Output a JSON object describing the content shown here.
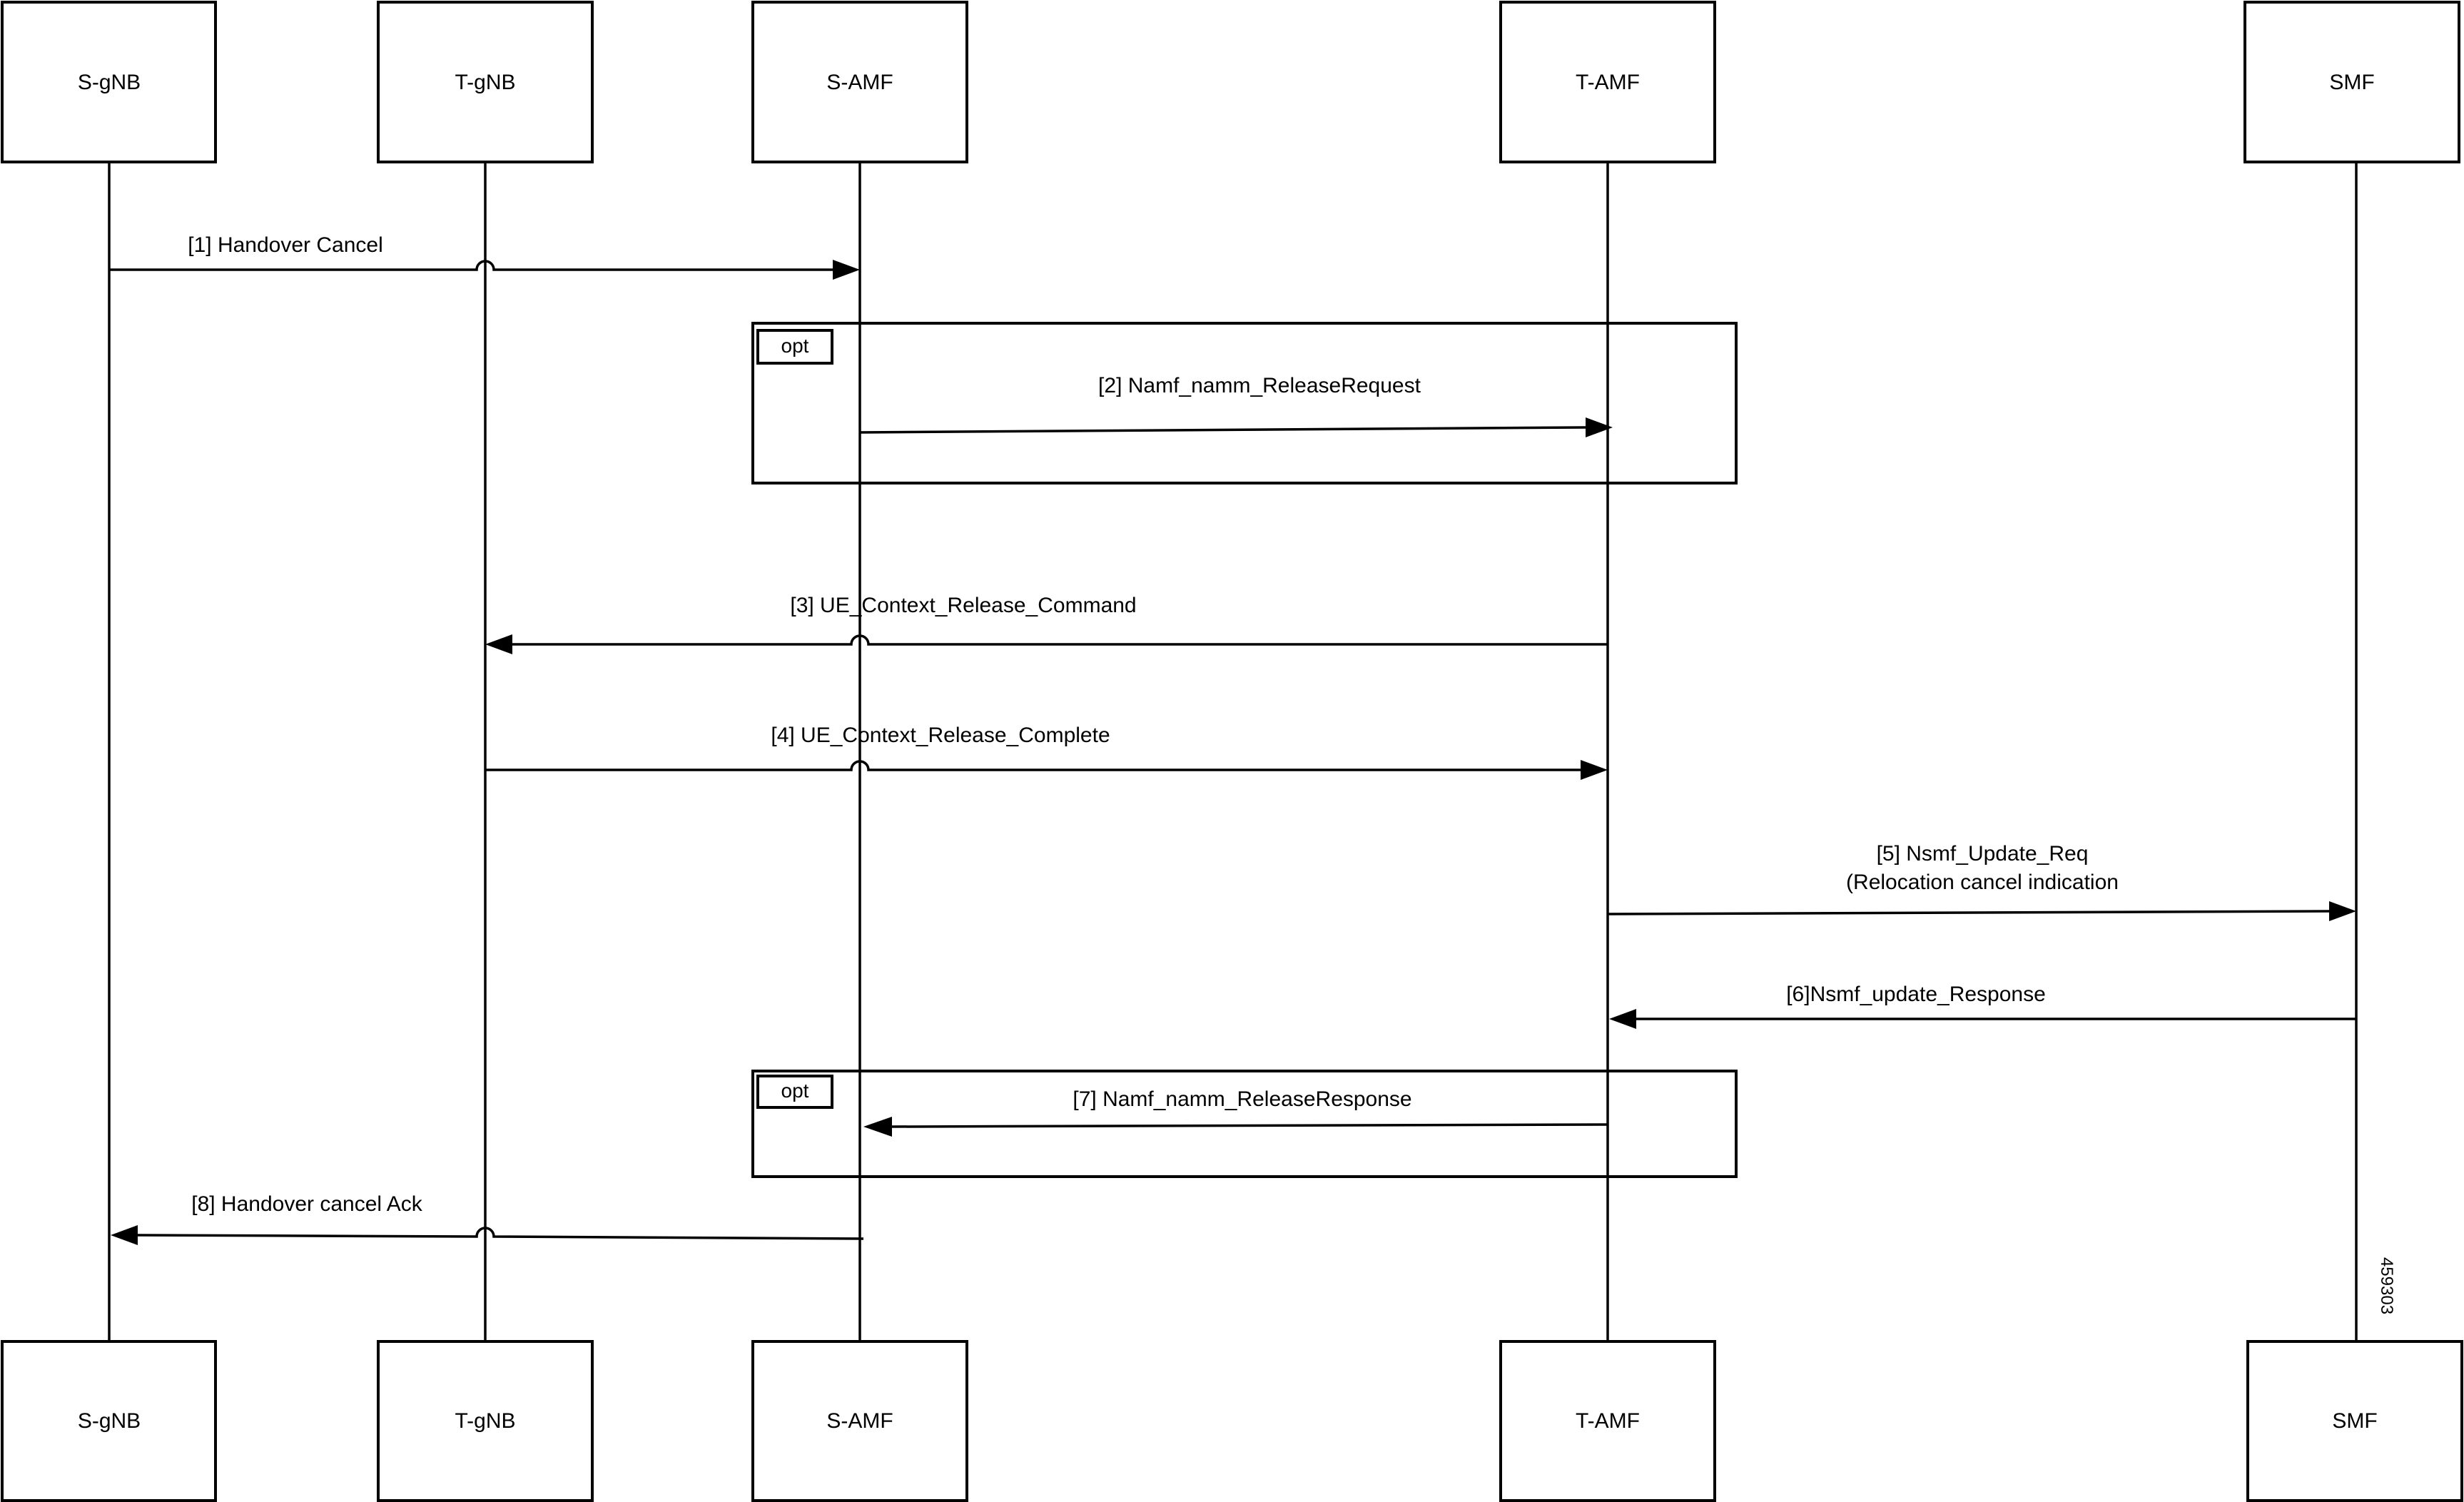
{
  "actors": [
    {
      "id": "sgnb",
      "label": "S-gNB"
    },
    {
      "id": "tgnb",
      "label": "T-gNB"
    },
    {
      "id": "samf",
      "label": "S-AMF"
    },
    {
      "id": "tamf",
      "label": "T-AMF"
    },
    {
      "id": "smf",
      "label": "SMF"
    }
  ],
  "frames": [
    {
      "tag": "opt"
    },
    {
      "tag": "opt"
    }
  ],
  "messages": [
    {
      "from": "S-gNB",
      "to": "S-AMF",
      "label": "[1] Handover Cancel"
    },
    {
      "from": "S-AMF",
      "to": "T-AMF",
      "label": "[2] Namf_namm_ReleaseRequest"
    },
    {
      "from": "T-AMF",
      "to": "T-gNB",
      "label": "[3] UE_Context_Release_Command"
    },
    {
      "from": "T-gNB",
      "to": "T-AMF",
      "label": "[4] UE_Context_Release_Complete"
    },
    {
      "from": "T-AMF",
      "to": "SMF",
      "label": "[5] Nsmf_Update_Req",
      "label_line2": "(Relocation cancel indication"
    },
    {
      "from": "SMF",
      "to": "T-AMF",
      "label": "[6]Nsmf_update_Response"
    },
    {
      "from": "T-AMF",
      "to": "S-AMF",
      "label": "[7] Namf_namm_ReleaseResponse"
    },
    {
      "from": "S-AMF",
      "to": "S-gNB",
      "label": "[8] Handover cancel Ack"
    }
  ],
  "figure_id": "459303"
}
